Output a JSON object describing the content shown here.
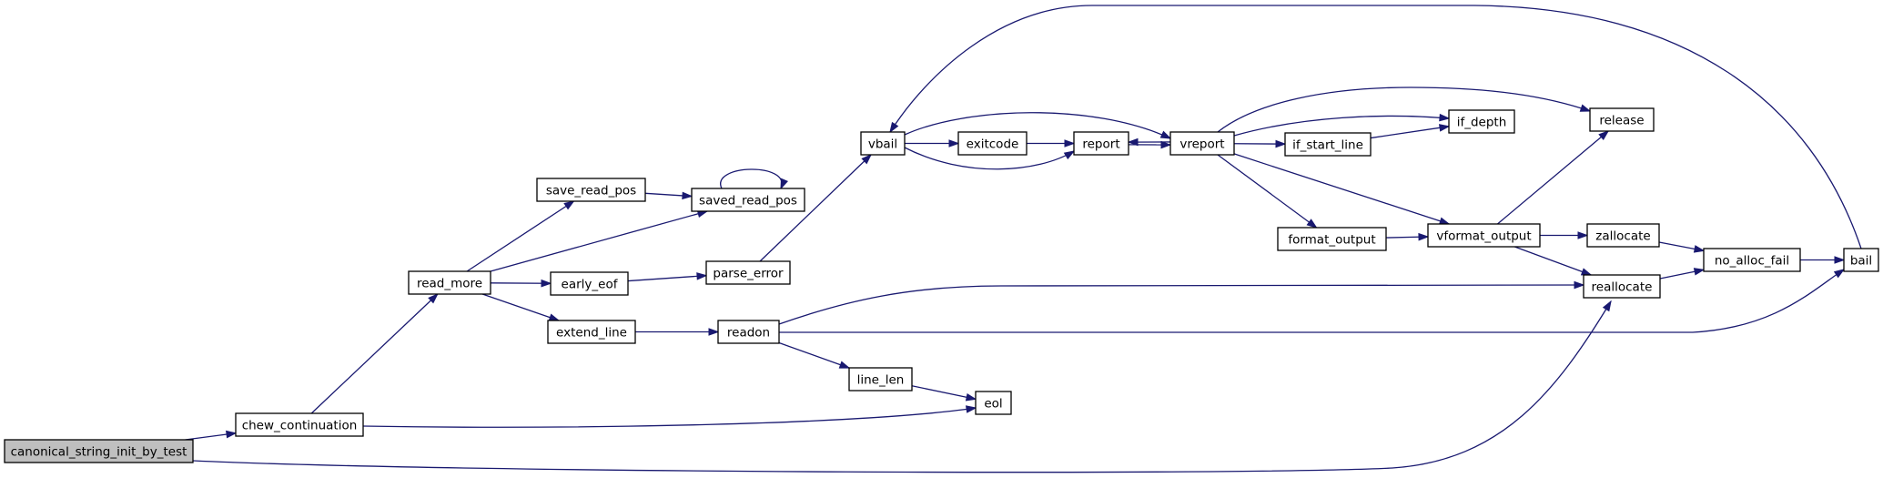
{
  "graph": {
    "nodes": [
      {
        "id": "canonical_string_init_by_test",
        "label": "canonical_string_init_by_test",
        "root": true
      },
      {
        "id": "chew_continuation",
        "label": "chew_continuation"
      },
      {
        "id": "read_more",
        "label": "read_more"
      },
      {
        "id": "save_read_pos",
        "label": "save_read_pos"
      },
      {
        "id": "saved_read_pos",
        "label": "saved_read_pos"
      },
      {
        "id": "early_eof",
        "label": "early_eof"
      },
      {
        "id": "parse_error",
        "label": "parse_error"
      },
      {
        "id": "extend_line",
        "label": "extend_line"
      },
      {
        "id": "readon",
        "label": "readon"
      },
      {
        "id": "line_len",
        "label": "line_len"
      },
      {
        "id": "eol",
        "label": "eol"
      },
      {
        "id": "vbail",
        "label": "vbail"
      },
      {
        "id": "exitcode",
        "label": "exitcode"
      },
      {
        "id": "report",
        "label": "report"
      },
      {
        "id": "vreport",
        "label": "vreport"
      },
      {
        "id": "if_start_line",
        "label": "if_start_line"
      },
      {
        "id": "if_depth",
        "label": "if_depth"
      },
      {
        "id": "release",
        "label": "release"
      },
      {
        "id": "format_output",
        "label": "format_output"
      },
      {
        "id": "vformat_output",
        "label": "vformat_output"
      },
      {
        "id": "zallocate",
        "label": "zallocate"
      },
      {
        "id": "reallocate",
        "label": "reallocate"
      },
      {
        "id": "no_alloc_fail",
        "label": "no_alloc_fail"
      },
      {
        "id": "bail",
        "label": "bail"
      }
    ],
    "edges": [
      [
        "canonical_string_init_by_test",
        "chew_continuation"
      ],
      [
        "canonical_string_init_by_test",
        "reallocate"
      ],
      [
        "chew_continuation",
        "read_more"
      ],
      [
        "chew_continuation",
        "eol"
      ],
      [
        "read_more",
        "save_read_pos"
      ],
      [
        "read_more",
        "saved_read_pos"
      ],
      [
        "read_more",
        "early_eof"
      ],
      [
        "read_more",
        "extend_line"
      ],
      [
        "save_read_pos",
        "saved_read_pos"
      ],
      [
        "saved_read_pos",
        "saved_read_pos"
      ],
      [
        "early_eof",
        "parse_error"
      ],
      [
        "parse_error",
        "vbail"
      ],
      [
        "extend_line",
        "readon"
      ],
      [
        "readon",
        "line_len"
      ],
      [
        "readon",
        "reallocate"
      ],
      [
        "readon",
        "bail"
      ],
      [
        "line_len",
        "eol"
      ],
      [
        "vbail",
        "exitcode"
      ],
      [
        "vbail",
        "report"
      ],
      [
        "vbail",
        "vreport"
      ],
      [
        "exitcode",
        "report"
      ],
      [
        "report",
        "vreport"
      ],
      [
        "vreport",
        "report"
      ],
      [
        "vreport",
        "if_start_line"
      ],
      [
        "vreport",
        "if_depth"
      ],
      [
        "vreport",
        "release"
      ],
      [
        "vreport",
        "format_output"
      ],
      [
        "vreport",
        "vformat_output"
      ],
      [
        "if_start_line",
        "if_depth"
      ],
      [
        "format_output",
        "vformat_output"
      ],
      [
        "vformat_output",
        "release"
      ],
      [
        "vformat_output",
        "zallocate"
      ],
      [
        "vformat_output",
        "reallocate"
      ],
      [
        "zallocate",
        "no_alloc_fail"
      ],
      [
        "reallocate",
        "no_alloc_fail"
      ],
      [
        "no_alloc_fail",
        "bail"
      ],
      [
        "bail",
        "vbail"
      ]
    ]
  }
}
